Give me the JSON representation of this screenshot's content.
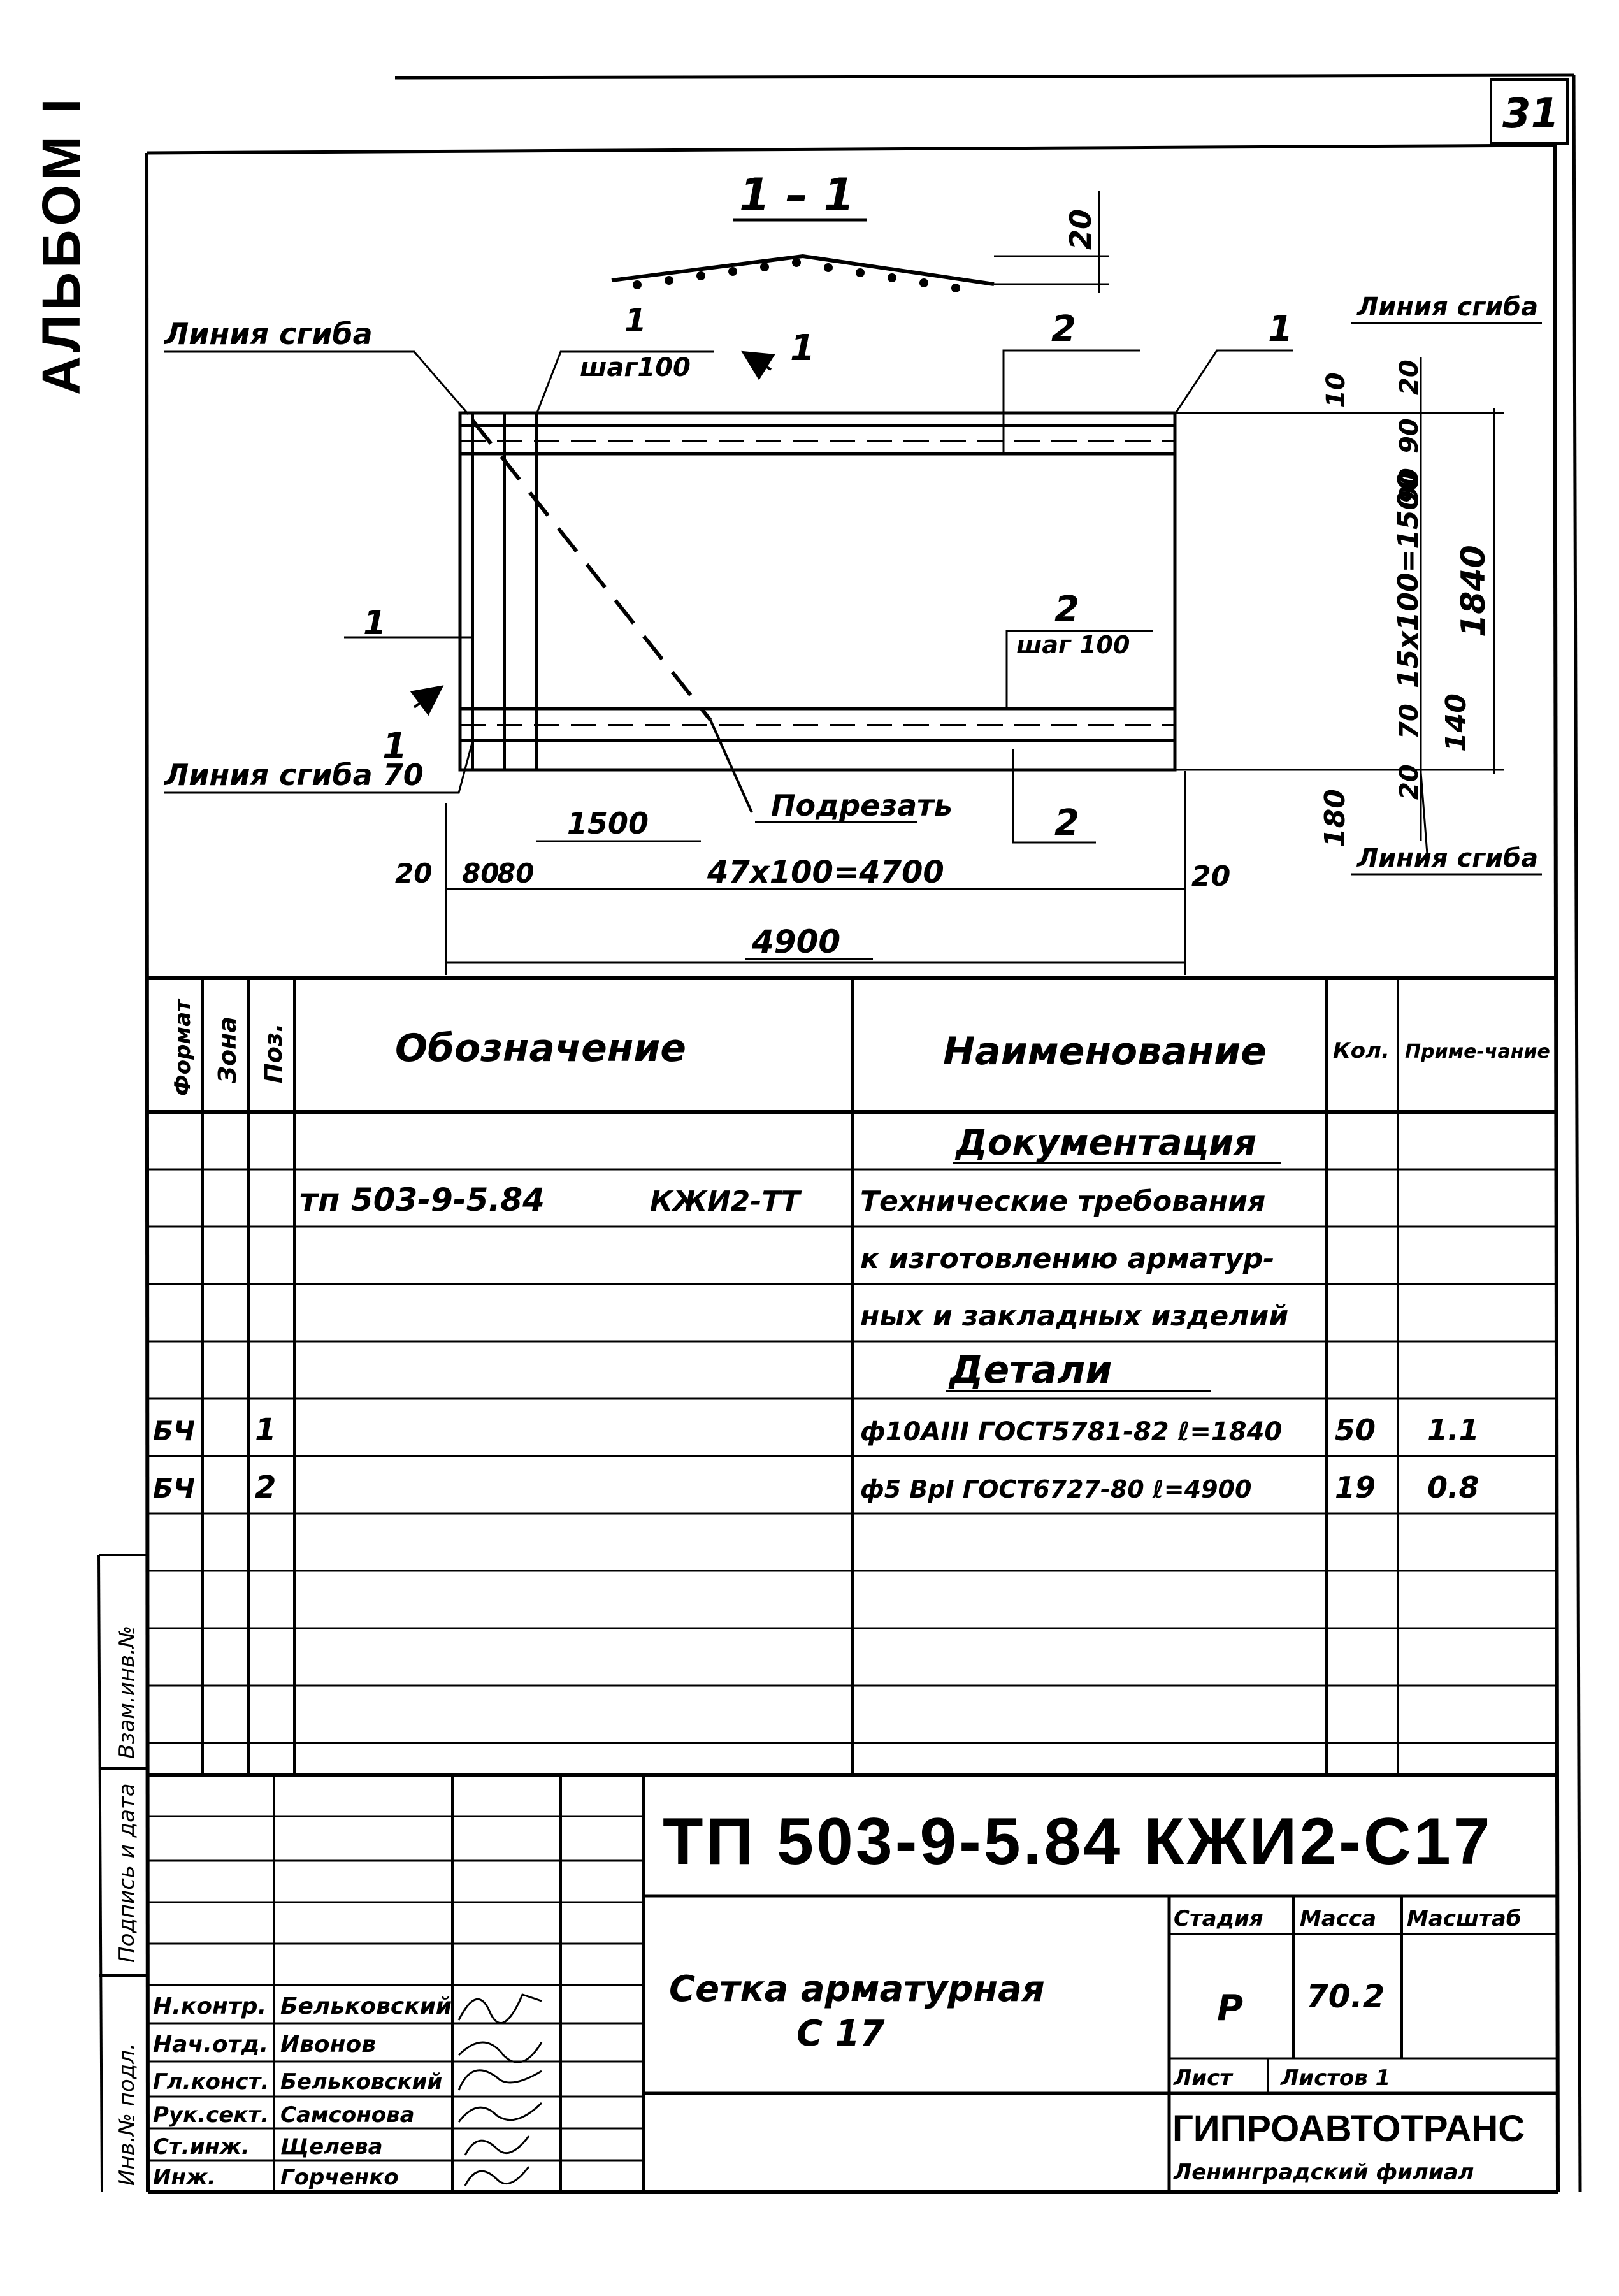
{
  "sheet": {
    "page_number": "31",
    "album": "АЛЬБОМ I",
    "margin_stamps": [
      "Инв.№ подл.",
      "Подпись и дата",
      "Взам.инв.№"
    ]
  },
  "drawing": {
    "section_title": "1 – 1",
    "top_dim_20": "20",
    "fold_line": "Линия сгиба",
    "fold_line_70": "Линия сгиба 70",
    "pos1": "1",
    "pos2": "2",
    "step_label": "шаг100",
    "step_label_2": "шаг 100",
    "cut_marker": "1",
    "trim_label": "Подрезать",
    "dim_1500": "1500",
    "dim_20": "20",
    "dim_80": "80",
    "dim_span": "47x100=4700",
    "dim_total": "4900",
    "dim_70": "70",
    "dim_90": "90",
    "dim_grid": "15x100=1500",
    "dim_1840": "1840",
    "dim_140": "140",
    "dim_180": "180"
  },
  "spec_table": {
    "headers": [
      "Формат",
      "Зона",
      "Поз.",
      "Обозначение",
      "Наименование",
      "Кол.",
      "Приме-чание"
    ],
    "sections": [
      "Документация",
      "Детали"
    ],
    "doc_row": {
      "designation": "тп 503-9-5.84",
      "code": "КЖИ2-ТТ",
      "name_lines": [
        "Технические требования",
        "к изготовлению арматур-",
        "ных и закладных изделий"
      ]
    },
    "parts": [
      {
        "format": "БЧ",
        "pos": "1",
        "name": "ф10АIII ГОСТ5781-82 ℓ=1840",
        "qty": "50",
        "note": "1.1"
      },
      {
        "format": "БЧ",
        "pos": "2",
        "name": "ф5 ВрI ГОСТ6727-80 ℓ=4900",
        "qty": "19",
        "note": "0.8"
      }
    ]
  },
  "title_block": {
    "doc_code": "ТП 503-9-5.84 КЖИ2-С17",
    "product_name": [
      "Сетка арматурная",
      "С 17"
    ],
    "stage_label": "Стадия",
    "mass_label": "Масса",
    "scale_label": "Масштаб",
    "stage": "Р",
    "mass": "70.2",
    "sheet_label": "Лист",
    "sheets_label": "Листов 1",
    "org": "ГИПРОАВТОТРАНС",
    "org_branch": "Ленинградский филиал",
    "signers": [
      {
        "role": "Н.контр.",
        "name": "Бельковский"
      },
      {
        "role": "Нач.отд.",
        "name": "Ивонов"
      },
      {
        "role": "Гл.конст.",
        "name": "Бельковский"
      },
      {
        "role": "Рук.сект.",
        "name": "Самсонова"
      },
      {
        "role": "Ст.инж.",
        "name": "Щелева"
      },
      {
        "role": "Инж.",
        "name": "Горченко"
      }
    ]
  }
}
